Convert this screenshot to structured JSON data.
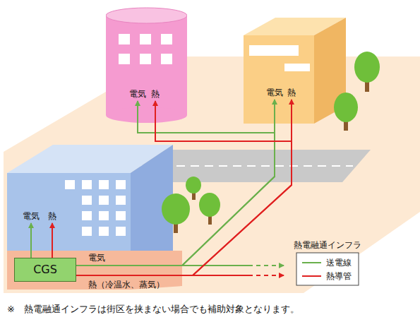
{
  "diagram": {
    "nodes": [
      {
        "text": [
          "電気",
          "熱"
        ]
      },
      {
        "text": [
          "電気",
          "熱"
        ]
      },
      {
        "text": [
          "電気",
          "熱"
        ]
      },
      {
        "text": [
          "CGS"
        ],
        "in": 2
      }
    ],
    "edges": [
      {
        "from": 3,
        "to": 2,
        "arrow": "to"
      },
      {
        "from": 3,
        "to": 2,
        "arrow": "to"
      },
      {
        "from": 3,
        "to": 1,
        "arrow": "to"
      },
      {
        "from": 3,
        "to": 1,
        "arrow": "to"
      },
      {
        "from": 3,
        "to": 0,
        "arrow": "to"
      },
      {
        "from": 3,
        "to": 0,
        "arrow": "to"
      }
    ],
    "labels": [
      "電気",
      "熱（冷温水、蒸気）",
      "熱電融通インフラ",
      "※　熱電融通インフラは街区を挟まない場合でも補助対象となります。"
    ],
    "legend": [
      {
        "text": "送電線"
      },
      {
        "text": "熱導管"
      }
    ]
  }
}
